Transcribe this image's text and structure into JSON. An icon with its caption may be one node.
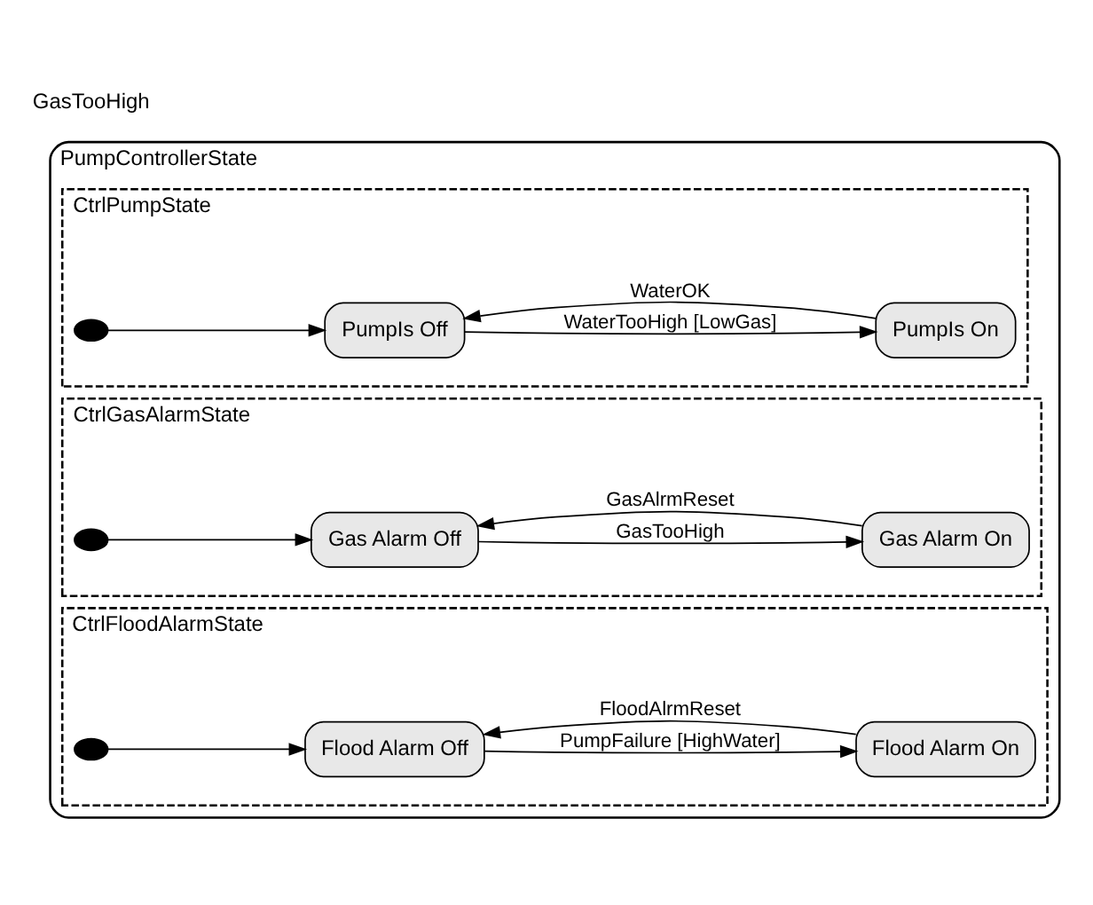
{
  "diagram": {
    "nodes": [
      {
        "text": [
          "PumpControllerState"
        ]
      },
      {
        "text": [
          "CtrlPumpState"
        ],
        "in": 0
      },
      {
        "text": [],
        "shape": "circle",
        "in": 1
      },
      {
        "text": [
          "PumpIs Off"
        ],
        "in": 1
      },
      {
        "text": [
          "PumpIs On"
        ],
        "in": 1
      },
      {
        "text": [
          "CtrlGasAlarmState"
        ],
        "in": 0
      },
      {
        "text": [],
        "shape": "circle",
        "in": 5
      },
      {
        "text": [
          "Gas Alarm Off"
        ],
        "in": 5
      },
      {
        "text": [
          "Gas Alarm On"
        ],
        "in": 5
      },
      {
        "text": [
          "CtrlFloodAlarmState"
        ],
        "in": 0
      },
      {
        "text": [],
        "shape": "circle",
        "in": 9
      },
      {
        "text": [
          "Flood Alarm Off"
        ],
        "in": 9
      },
      {
        "text": [
          "Flood Alarm On"
        ],
        "in": 9
      }
    ],
    "edges": [
      {
        "from": 2,
        "to": 3,
        "arrow": "to"
      },
      {
        "from": 3,
        "to": 4,
        "arrow": "to",
        "label": "WaterTooHigh [LowGas]"
      },
      {
        "from": 4,
        "to": 3,
        "arrow": "to",
        "label": "WaterOK"
      },
      {
        "from": 6,
        "to": 7,
        "arrow": "to"
      },
      {
        "from": 7,
        "to": 8,
        "arrow": "to",
        "label": "GasTooHigh"
      },
      {
        "from": 8,
        "to": 7,
        "arrow": "to",
        "label": "GasAlrmReset"
      },
      {
        "from": 10,
        "to": 11,
        "arrow": "to"
      },
      {
        "from": 11,
        "to": 12,
        "arrow": "to",
        "label": "PumpFailure [HighWater]"
      },
      {
        "from": 12,
        "to": 11,
        "arrow": "to",
        "label": "FloodAlrmReset"
      }
    ],
    "labels": [
      "GasTooHigh"
    ]
  }
}
